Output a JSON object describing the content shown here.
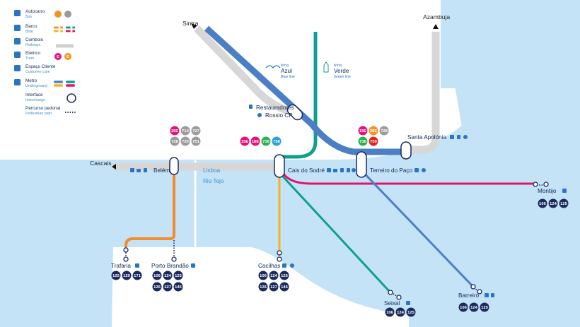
{
  "colors": {
    "water": "#c5e3f7",
    "navy": "#1b2a5c",
    "orange": "#f28c2c",
    "yellow": "#f6b31c",
    "green": "#0f9e8f",
    "blue": "#4b7fc5",
    "pink": "#e3126b",
    "gray": "#d8d8d8",
    "tram_pink": "#e5127c",
    "tram_orange": "#f39320",
    "bus_orange": "#f39320",
    "bus_gray": "#9b9b9b"
  },
  "legend": [
    {
      "title": "Autocarro",
      "sub": "Bus",
      "icon": "bus-icon"
    },
    {
      "title": "Barco",
      "sub": "Boat",
      "icon": "boat-icon"
    },
    {
      "title": "Comboio",
      "sub": "Railways",
      "icon": "train-icon"
    },
    {
      "title": "Elétrico",
      "sub": "Tram",
      "icon": "tram-icon",
      "badges": [
        "E",
        "E"
      ]
    },
    {
      "title": "Espaço Cliente",
      "sub": "Customer care",
      "icon": "customer-care-icon"
    },
    {
      "title": "Metro",
      "sub": "Underground",
      "icon": "metro-icon"
    },
    {
      "title": "Interface",
      "sub": "Interchange"
    },
    {
      "title": "Percurso pedonal",
      "sub": "Pedestrian path"
    }
  ],
  "destinations": {
    "sintra": "Sintra",
    "azambuja": "Azambuja",
    "cascais": "Cascais"
  },
  "river_labels": {
    "lisboa": "Lisboa",
    "tejo": "Rio Tejo"
  },
  "metro_lines": {
    "azul_t": "linha",
    "azul": "Azul",
    "azul_en": "Blue line",
    "verde_t": "linha",
    "verde": "Verde",
    "verde_en": "Green line"
  },
  "stations": {
    "restauradores": "Restauradores",
    "rossio": "Rossio CP",
    "santa_apolonia": "Santa Apolónia",
    "belem": "Belém",
    "cais_sodre": "Cais do Sodré",
    "terreiro_paco": "Terreiro do Paço",
    "montijo": "Montijo",
    "trafaria": "Trafaria",
    "porto_brandao": "Porto Brandão",
    "cacilhas": "Cacilhas",
    "seixal": "Seixal",
    "barreiro": "Barreiro"
  },
  "tram_groups": {
    "belem": [
      "15E",
      "714",
      "727",
      "728",
      "729",
      "751"
    ],
    "cais_sodre": [
      "15E",
      "18E",
      "736",
      "758"
    ],
    "terreiro_paco": [
      "15E",
      "25E",
      "728",
      "736",
      "759"
    ]
  },
  "bus_groups": {
    "montijo": [
      "106",
      "124",
      "125"
    ],
    "trafaria": [
      "125",
      "129",
      "171"
    ],
    "porto_brandao": [
      "106",
      "124",
      "125",
      "126",
      "127",
      "145"
    ],
    "cacilhas": [
      "106",
      "124",
      "125",
      "126",
      "127",
      "145"
    ],
    "seixal": [
      "106",
      "124",
      "125"
    ],
    "barreiro": [
      "106",
      "124",
      "125"
    ]
  }
}
